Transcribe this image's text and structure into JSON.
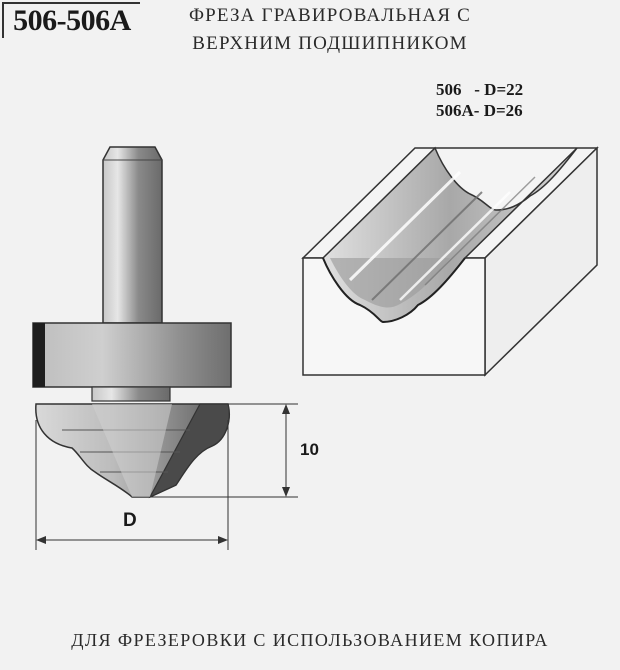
{
  "header": {
    "model_code": "506-506A",
    "title_line1": "ФРЕЗА ГРАВИРОВАЛЬНАЯ С",
    "title_line2": "ВЕРХНИМ ПОДШИПНИКОМ"
  },
  "variants": [
    {
      "label": "506   - D=22"
    },
    {
      "label": "506A- D=26"
    }
  ],
  "dimensions": {
    "height_value": "10",
    "diameter_label": "D"
  },
  "footer": {
    "caption": "ДЛЯ ФРЕЗЕРОВКИ С ИСПОЛЬЗОВАНИЕМ КОПИРА"
  }
}
